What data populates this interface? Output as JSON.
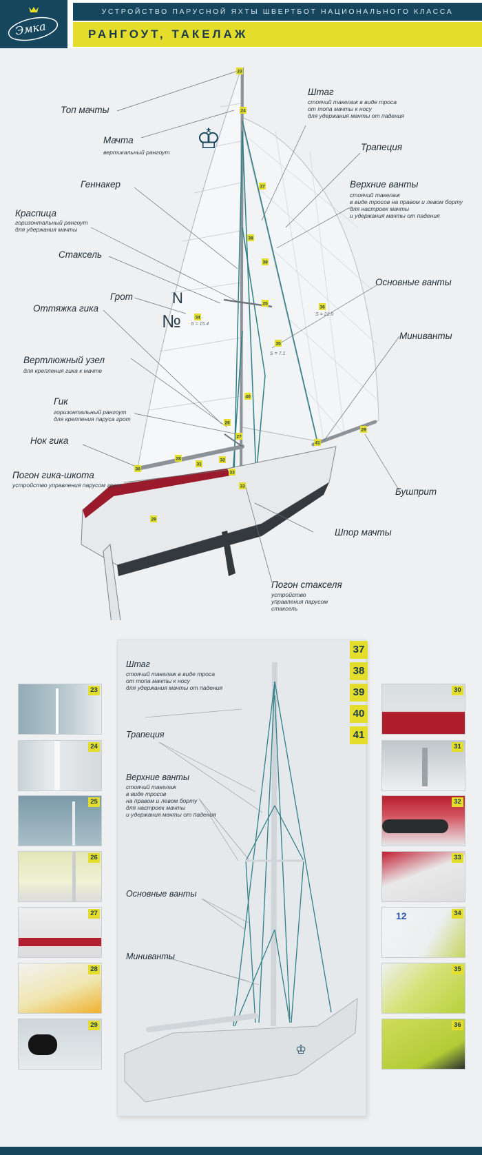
{
  "header": {
    "logo_text": "Эмка",
    "subtitle": "Устройство парусной яхты швертбот национального класса",
    "title": "Рангоут, такелаж"
  },
  "labels": {
    "top_mast": "Топ мачты",
    "mast": "Мачта",
    "mast_desc": "вертикальный рангоут",
    "gennaker": "Геннакер",
    "spreader": "Краспица",
    "spreader_desc": "горизонтальный рангоут\nдля удержания мачты",
    "jib": "Стаксель",
    "main": "Грот",
    "vang": "Оттяжка гика",
    "gooseneck": "Вертлюжный узел",
    "gooseneck_desc": "для крепления гика к мачте",
    "boom": "Гик",
    "boom_desc": "горизонтальный рангоут\nдля крепления паруса грот",
    "boom_end": "Нок гика",
    "traveller": "Погон гика-шкота",
    "traveller_desc": "устройство управления парусом грот",
    "forestay": "Штаг",
    "forestay_desc": "стоячий такелаж в виде троса\nот топа мачты к носу\nдля удержания мачты от падения",
    "trapeze": "Трапеция",
    "upper_shrouds": "Верхние ванты",
    "upper_shrouds_desc": "стоячий такелаж\nв виде тросов на правом и левом борту\nдля настроек мачты\nи удержания мачты от падения",
    "main_shrouds": "Основные ванты",
    "mini_shrouds": "Миниванты",
    "bowsprit": "Бушприт",
    "mast_step": "Шпор мачты",
    "jib_track": "Погон стакселя",
    "jib_track_desc": "устройство\nуправления парусом\nстаксель"
  },
  "sail_areas": {
    "main": "S = 15.4",
    "jib": "S = 7.1",
    "gennaker": "S = 21.0"
  },
  "sail_text": {
    "number": "№",
    "number_small": "N",
    "insignia": "♔"
  },
  "markers": [
    "23",
    "24",
    "25",
    "26",
    "27",
    "28",
    "29",
    "30",
    "31",
    "32",
    "33",
    "34",
    "35",
    "36",
    "37",
    "38",
    "39",
    "40",
    "41"
  ],
  "panel": {
    "forestay": "Штаг",
    "forestay_desc": "стоячий такелаж в виде троса\nот топа мачты к носу\nдля удержания мачты от падения",
    "trapeze": "Трапеция",
    "upper_shrouds": "Верхние ванты",
    "upper_shrouds_desc": "стоячий такелаж\nв виде тросов\nна правом и левом борту\nдля настроек мачты\nи удержания мачты от падения",
    "main_shrouds": "Основные ванты",
    "mini_shrouds": "Миниванты",
    "tabs": [
      "37",
      "38",
      "39",
      "40",
      "41"
    ]
  },
  "thumbs_left": [
    "23",
    "24",
    "25",
    "26",
    "27",
    "28",
    "29"
  ],
  "thumbs_right": [
    "30",
    "31",
    "32",
    "33",
    "34",
    "35",
    "36"
  ],
  "thumb_35_text": "12",
  "colors": {
    "navy": "#16465e",
    "yellow": "#e4dd2c",
    "teal": "#2e7f86",
    "hull_red": "#9b1b2c",
    "hull_dark": "#34393e"
  }
}
